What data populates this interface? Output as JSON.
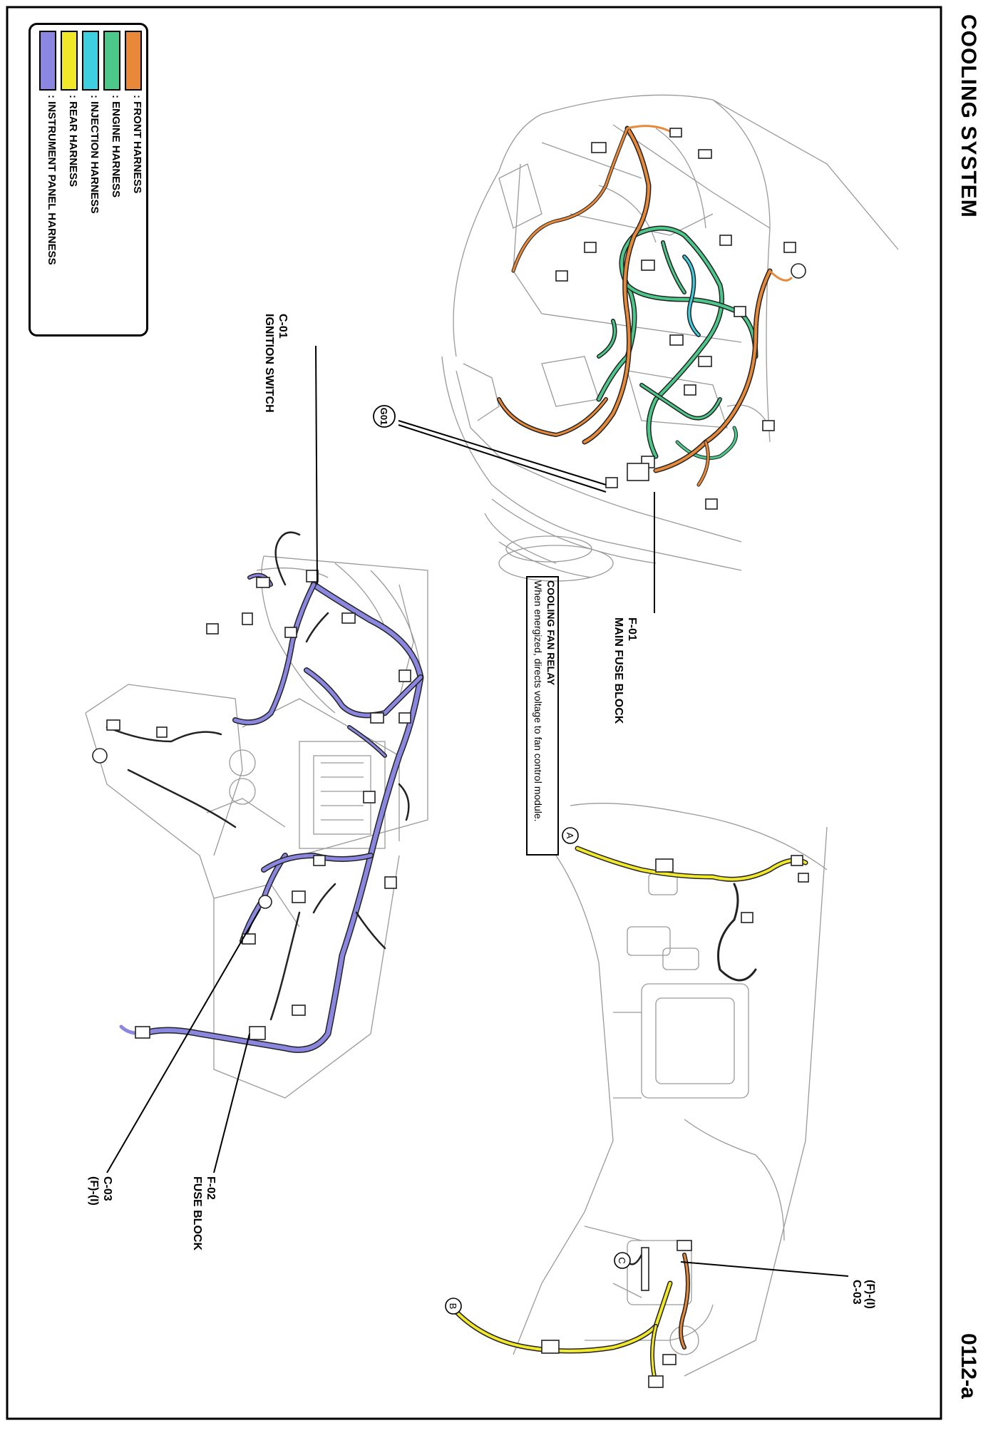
{
  "header": {
    "title": "COOLING SYSTEM"
  },
  "footer": {
    "page_number": "0112-a"
  },
  "legend": {
    "items": [
      {
        "label": ": FRONT HARNESS",
        "color": "#e8893a"
      },
      {
        "label": ": ENGINE HARNESS",
        "color": "#4cc98a"
      },
      {
        "label": ": INJECTION HARNESS",
        "color": "#3ecfe0"
      },
      {
        "label": ": REAR HARNESS",
        "color": "#f2e82a"
      },
      {
        "label": ": INSTRUMENT PANEL HARNESS",
        "color": "#8b87e0"
      }
    ]
  },
  "callouts": {
    "ignition_switch": {
      "code": "C-01",
      "name": "IGNITION SWITCH"
    },
    "main_fuse_block": {
      "code": "F-01",
      "name": "MAIN FUSE BLOCK"
    },
    "fuse_block": {
      "code": "F-02",
      "name": "FUSE BLOCK"
    },
    "connector_left": {
      "code": "C-03",
      "name": "(F)-(I)"
    },
    "connector_right": {
      "code": "(F)-(I)",
      "name": "C-03"
    },
    "ground": {
      "label": "G01"
    }
  },
  "note": {
    "title": "COOLING FAN RELAY",
    "text": "When energized, directs voltage to fan control module."
  },
  "markers": {
    "a": "A",
    "b": "B",
    "c": "C"
  }
}
